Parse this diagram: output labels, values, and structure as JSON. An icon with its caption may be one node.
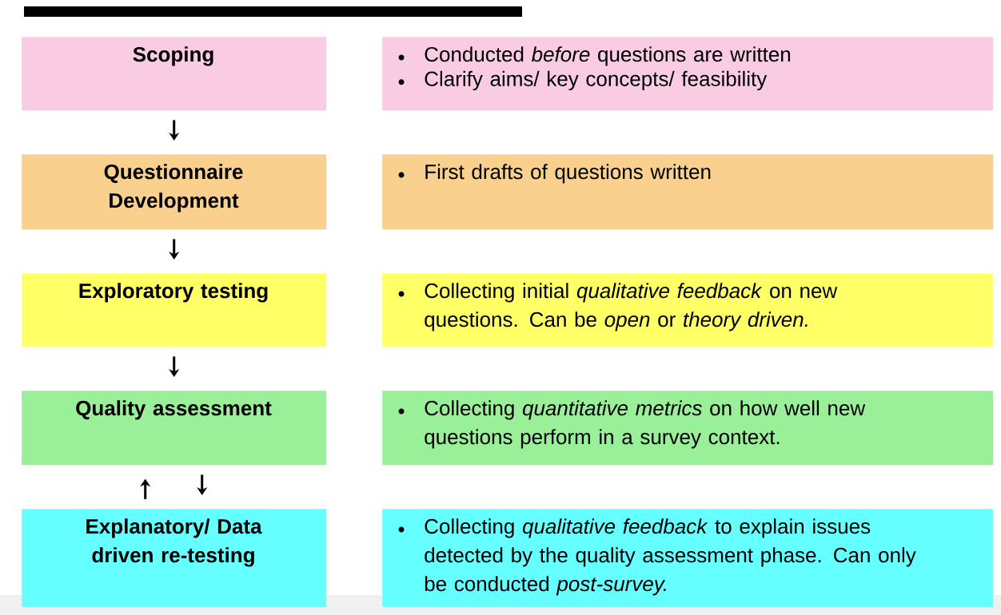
{
  "diagram": {
    "nodes": [
      {
        "text": [
          "Scoping"
        ]
      },
      {
        "text": [
          "Conducted *before* questions are written",
          "Clarify aims/ key concepts/ feasibility"
        ]
      },
      {
        "text": [
          "Questionnaire Development"
        ]
      },
      {
        "text": [
          "First drafts of questions written"
        ]
      },
      {
        "text": [
          "Exploratory testing"
        ]
      },
      {
        "text": [
          "Collecting initial *qualitative feedback* on new questions. Can be *open* or *theory driven.*"
        ]
      },
      {
        "text": [
          "Quality assessment"
        ]
      },
      {
        "text": [
          "Collecting *quantitative metrics*  on how well new questions perform in a survey context."
        ]
      },
      {
        "text": [
          "Explanatory/ Data driven re-testing"
        ]
      },
      {
        "text": [
          "Collecting *qualitative feedback* to explain issues detected by the quality assessment phase. Can only be conducted *post-survey.*"
        ]
      }
    ],
    "edges": [
      {
        "from": 0,
        "to": 2,
        "arrow": "to"
      },
      {
        "from": 2,
        "to": 4,
        "arrow": "to"
      },
      {
        "from": 4,
        "to": 6,
        "arrow": "to"
      },
      {
        "from": 8,
        "to": 6,
        "arrow": "to"
      },
      {
        "from": 6,
        "to": 8,
        "arrow": "to"
      }
    ]
  }
}
